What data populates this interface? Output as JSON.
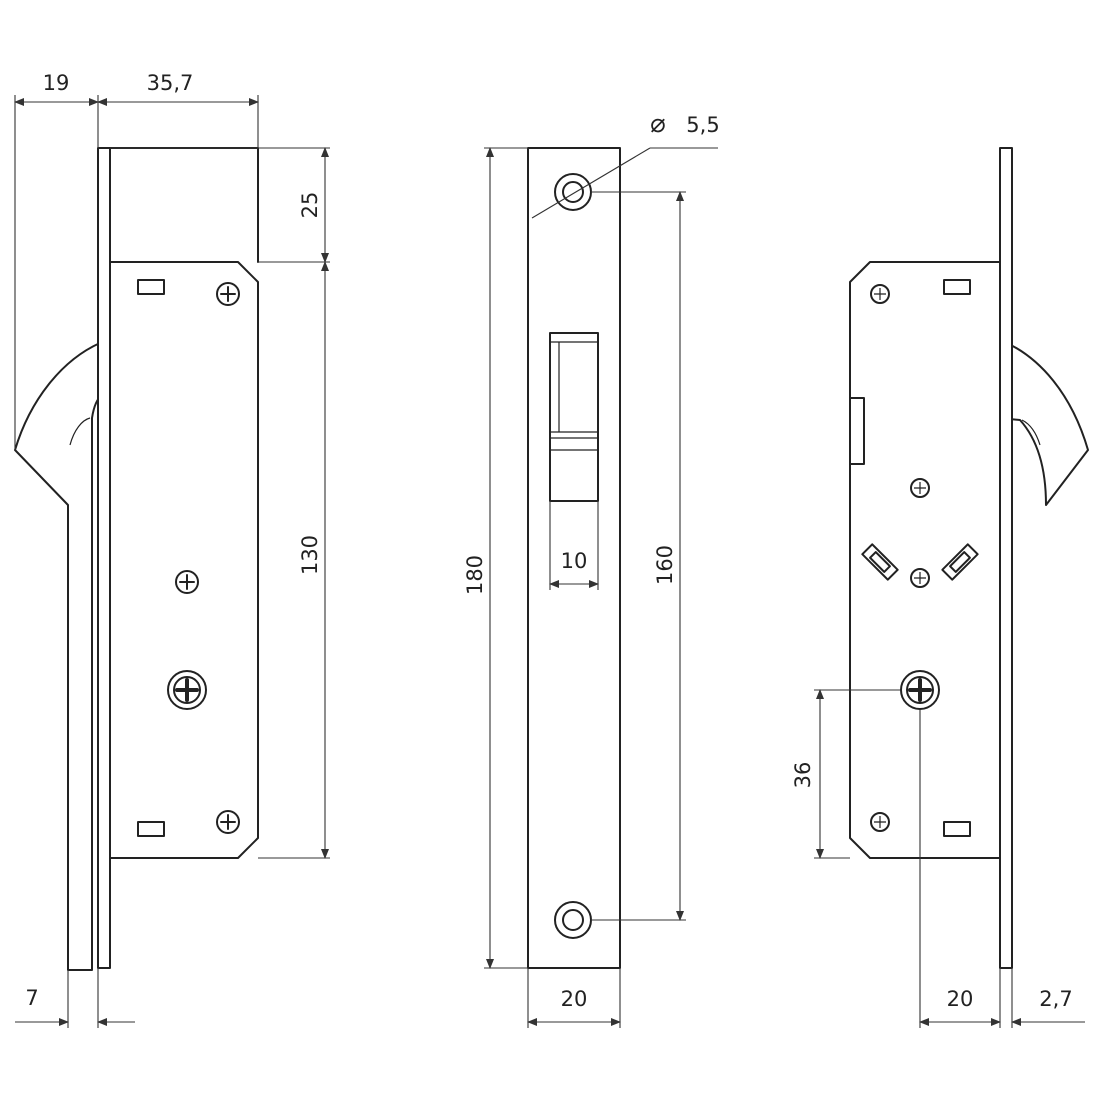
{
  "colors": {
    "line": "#222222",
    "background": "#ffffff"
  },
  "dimensions": {
    "left_top_width": "19",
    "body_depth": "35,7",
    "head_height": "25",
    "body_height": "130",
    "backset_offset": "7",
    "hole_diameter": "5,5",
    "faceplate_length": "180",
    "hole_spacing": "160",
    "bolt_width": "10",
    "faceplate_width": "20",
    "right_backset": "20",
    "plate_thickness": "2,7",
    "spindle_height": "36"
  },
  "symbols": {
    "diameter": "⌀"
  }
}
